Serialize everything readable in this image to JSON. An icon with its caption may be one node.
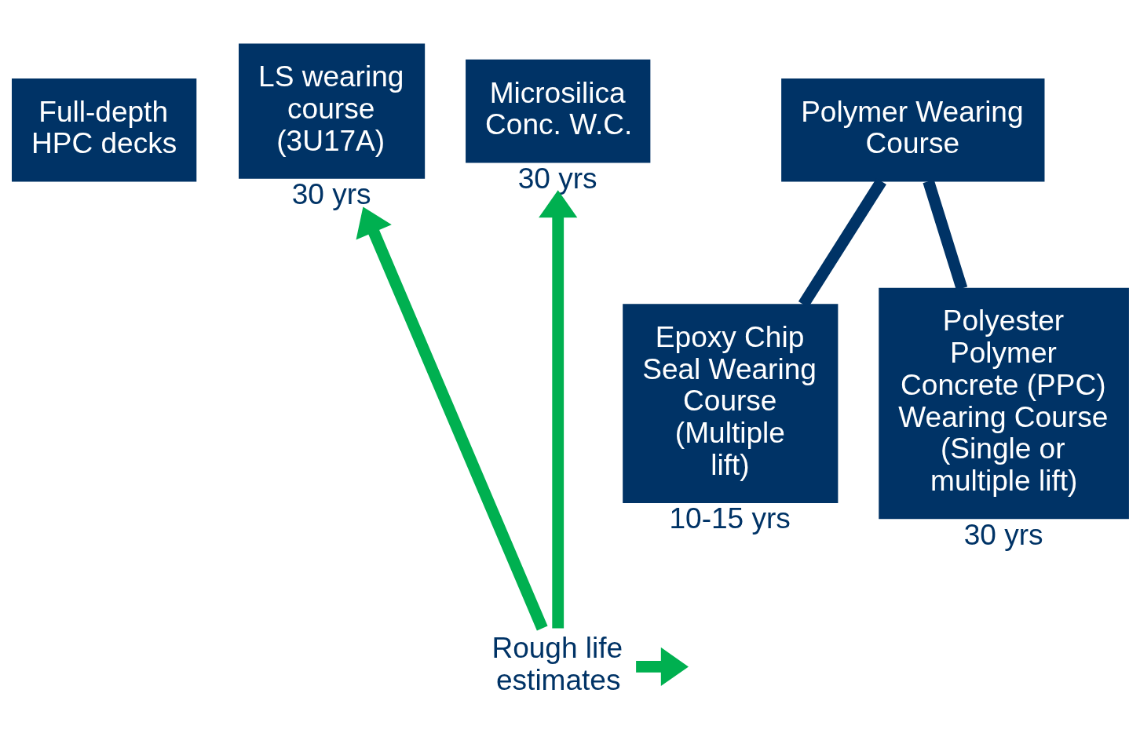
{
  "diagram": {
    "nodes": [
      {
        "text": [
          "Full-depth HPC decks"
        ]
      },
      {
        "text": [
          "LS wearing course (3U17A)"
        ],
        "beside": [
          "30 yrs"
        ]
      },
      {
        "text": [
          "Microsilica Conc. W.C."
        ],
        "beside": [
          "30 yrs"
        ]
      },
      {
        "text": [
          "Polymer Wearing Course"
        ]
      },
      {
        "text": [
          "Epoxy Chip Seal Wearing Course (Multiple lift)"
        ],
        "beside": [
          "10-15 yrs"
        ]
      },
      {
        "text": [
          "Polyester Polymer Concrete (PPC) Wearing Course (Single or multiple lift)"
        ],
        "beside": [
          "30 yrs"
        ]
      },
      {
        "text": [
          "Rough life estimates"
        ]
      }
    ],
    "edges": [
      {
        "from": 3,
        "to": 4,
        "arrow": "none",
        "color": "#003366"
      },
      {
        "from": 3,
        "to": 5,
        "arrow": "none",
        "color": "#003366"
      },
      {
        "from": 6,
        "to": 1,
        "arrow": "to"
      },
      {
        "from": 6,
        "to": 2,
        "arrow": "to"
      },
      {
        "from": 6,
        "to": null,
        "arrow": "to"
      }
    ]
  }
}
